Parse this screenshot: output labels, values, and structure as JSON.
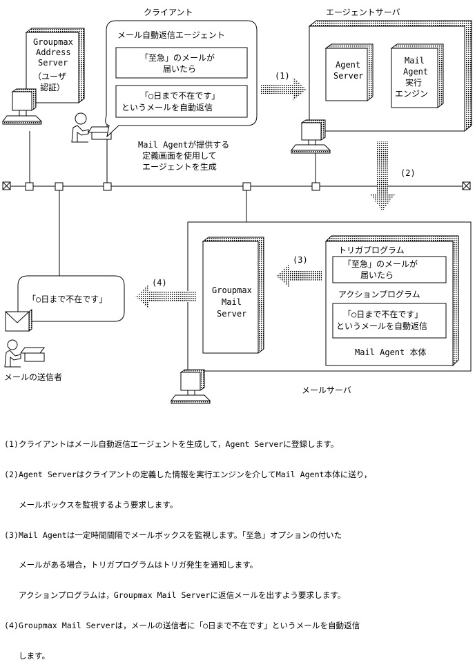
{
  "labels": {
    "client": "クライアント",
    "agent_server_title": "エージェントサーバ",
    "mail_server_title": "メールサーバ",
    "sender": "メールの送信者",
    "agent_window_title": "メール自動返信エージェント",
    "agent_box1": [
      "「至急」のメールが",
      "届いたら"
    ],
    "agent_box2": [
      "「○日まで不在です」",
      "というメールを自動返信"
    ],
    "address_server": [
      "Groupmax",
      "Address",
      "Server",
      "（ユーザ",
      "認証）"
    ],
    "agent_server": [
      "Agent",
      "Server"
    ],
    "mail_agent_engine": [
      "Mail",
      "Agent",
      "実行",
      "エンジン"
    ],
    "groupmax_mail_server": [
      "Groupmax",
      "Mail",
      "Server"
    ],
    "trigger_program": "トリガプログラム",
    "trigger_box": [
      "「至急」のメールが",
      "届いたら"
    ],
    "action_program": "アクションプログラム",
    "action_box": [
      "「○日まで不在です」",
      "というメールを自動返信"
    ],
    "mail_agent_body": "Mail Agent 本体",
    "caption": [
      "Mail Agentが提供する",
      "定義画面を使用して",
      "エージェントを生成"
    ],
    "reply_bubble": "「○日まで不在です」",
    "step1": "(1)",
    "step2": "(2)",
    "step3": "(3)",
    "step4": "(4)"
  },
  "notes": [
    "(1)クライアントはメール自動返信エージェントを生成して，Agent Serverに登録します。",
    "(2)Agent Serverはクライアントの定義した情報を実行エンジンを介してMail Agent本体に送り，",
    "   メールボックスを監視するよう要求します。",
    "(3)Mail Agentは一定時間間隔でメールボックスを監視します。「至急」オプションの付いた",
    "   メールがある場合，トリガプログラムはトリガ発生を通知します。",
    "   アクションプログラムは，Groupmax Mail Serverに返信メールを出すよう要求します。",
    "(4)Groupmax Mail Serverは，メールの送信者に「○日まで不在です」というメールを自動返信",
    "   します。"
  ]
}
